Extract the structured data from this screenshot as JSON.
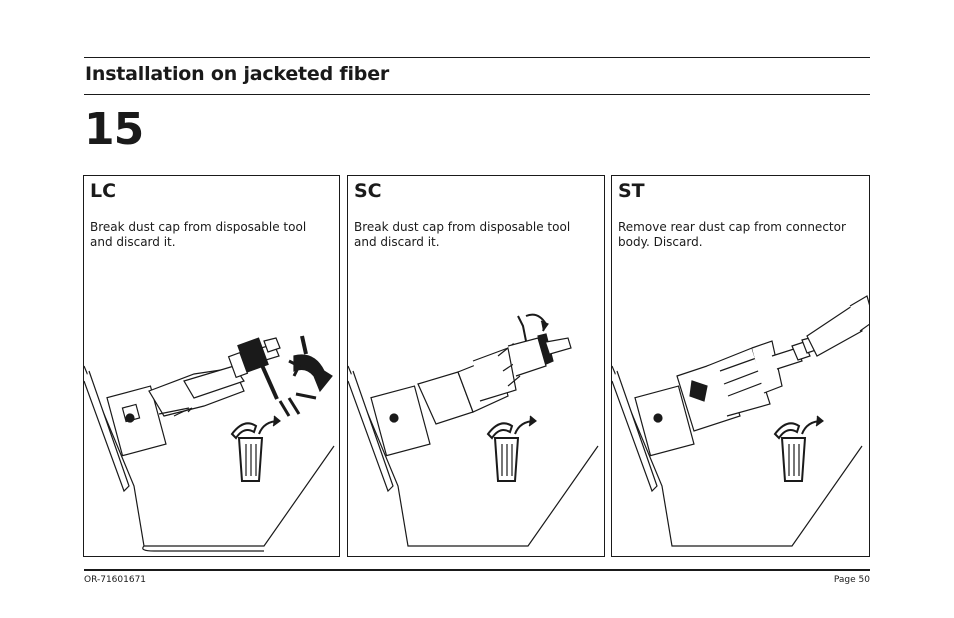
{
  "header": {
    "title": "Installation on jacketed fiber",
    "step": "15"
  },
  "panels": [
    {
      "label": "LC",
      "text": "Break dust cap from disposable tool and discard it."
    },
    {
      "label": "SC",
      "text": "Break dust cap from disposable tool and discard it."
    },
    {
      "label": "ST",
      "text": "Remove rear dust cap from connector body. Discard."
    }
  ],
  "footer": {
    "doc_number": "OR-71601671",
    "page": "Page 50"
  }
}
